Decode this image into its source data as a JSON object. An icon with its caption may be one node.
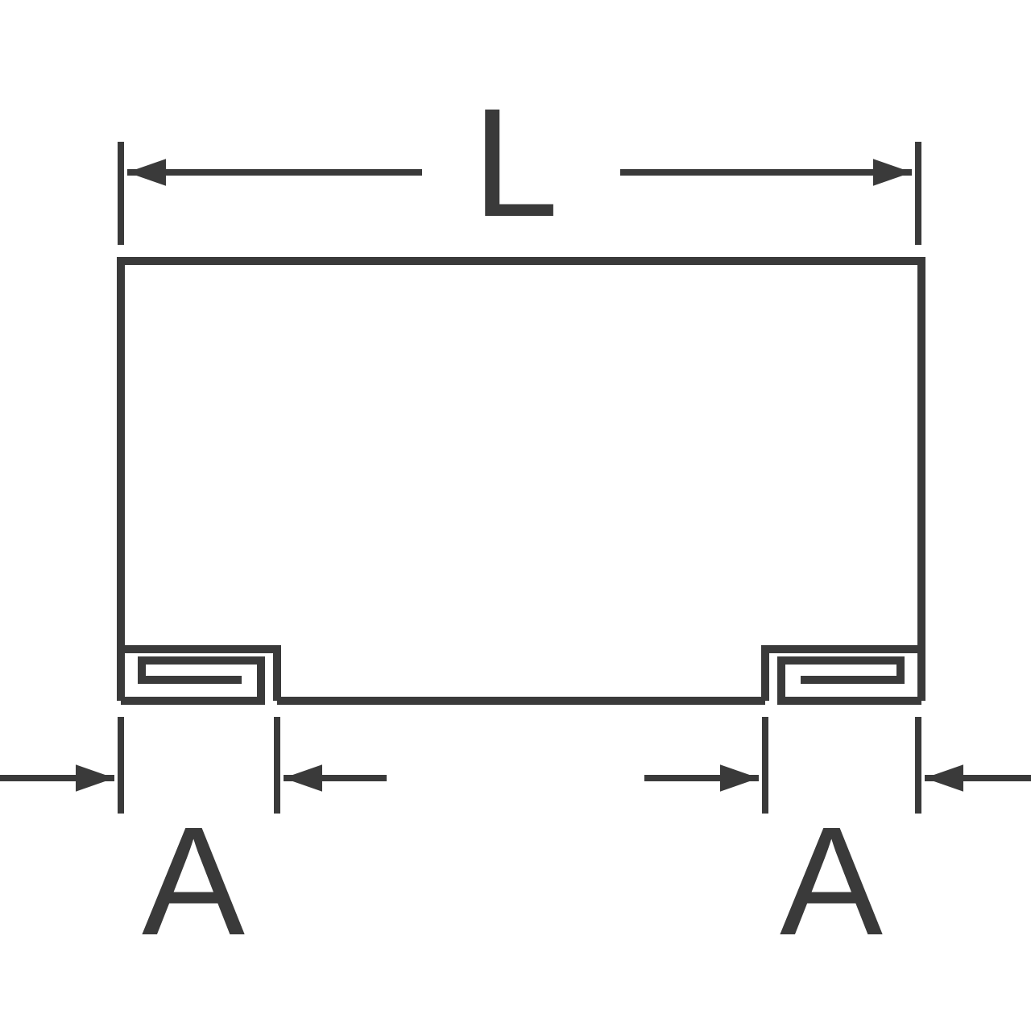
{
  "diagram": {
    "labels": [
      "L",
      "A",
      "A"
    ]
  }
}
